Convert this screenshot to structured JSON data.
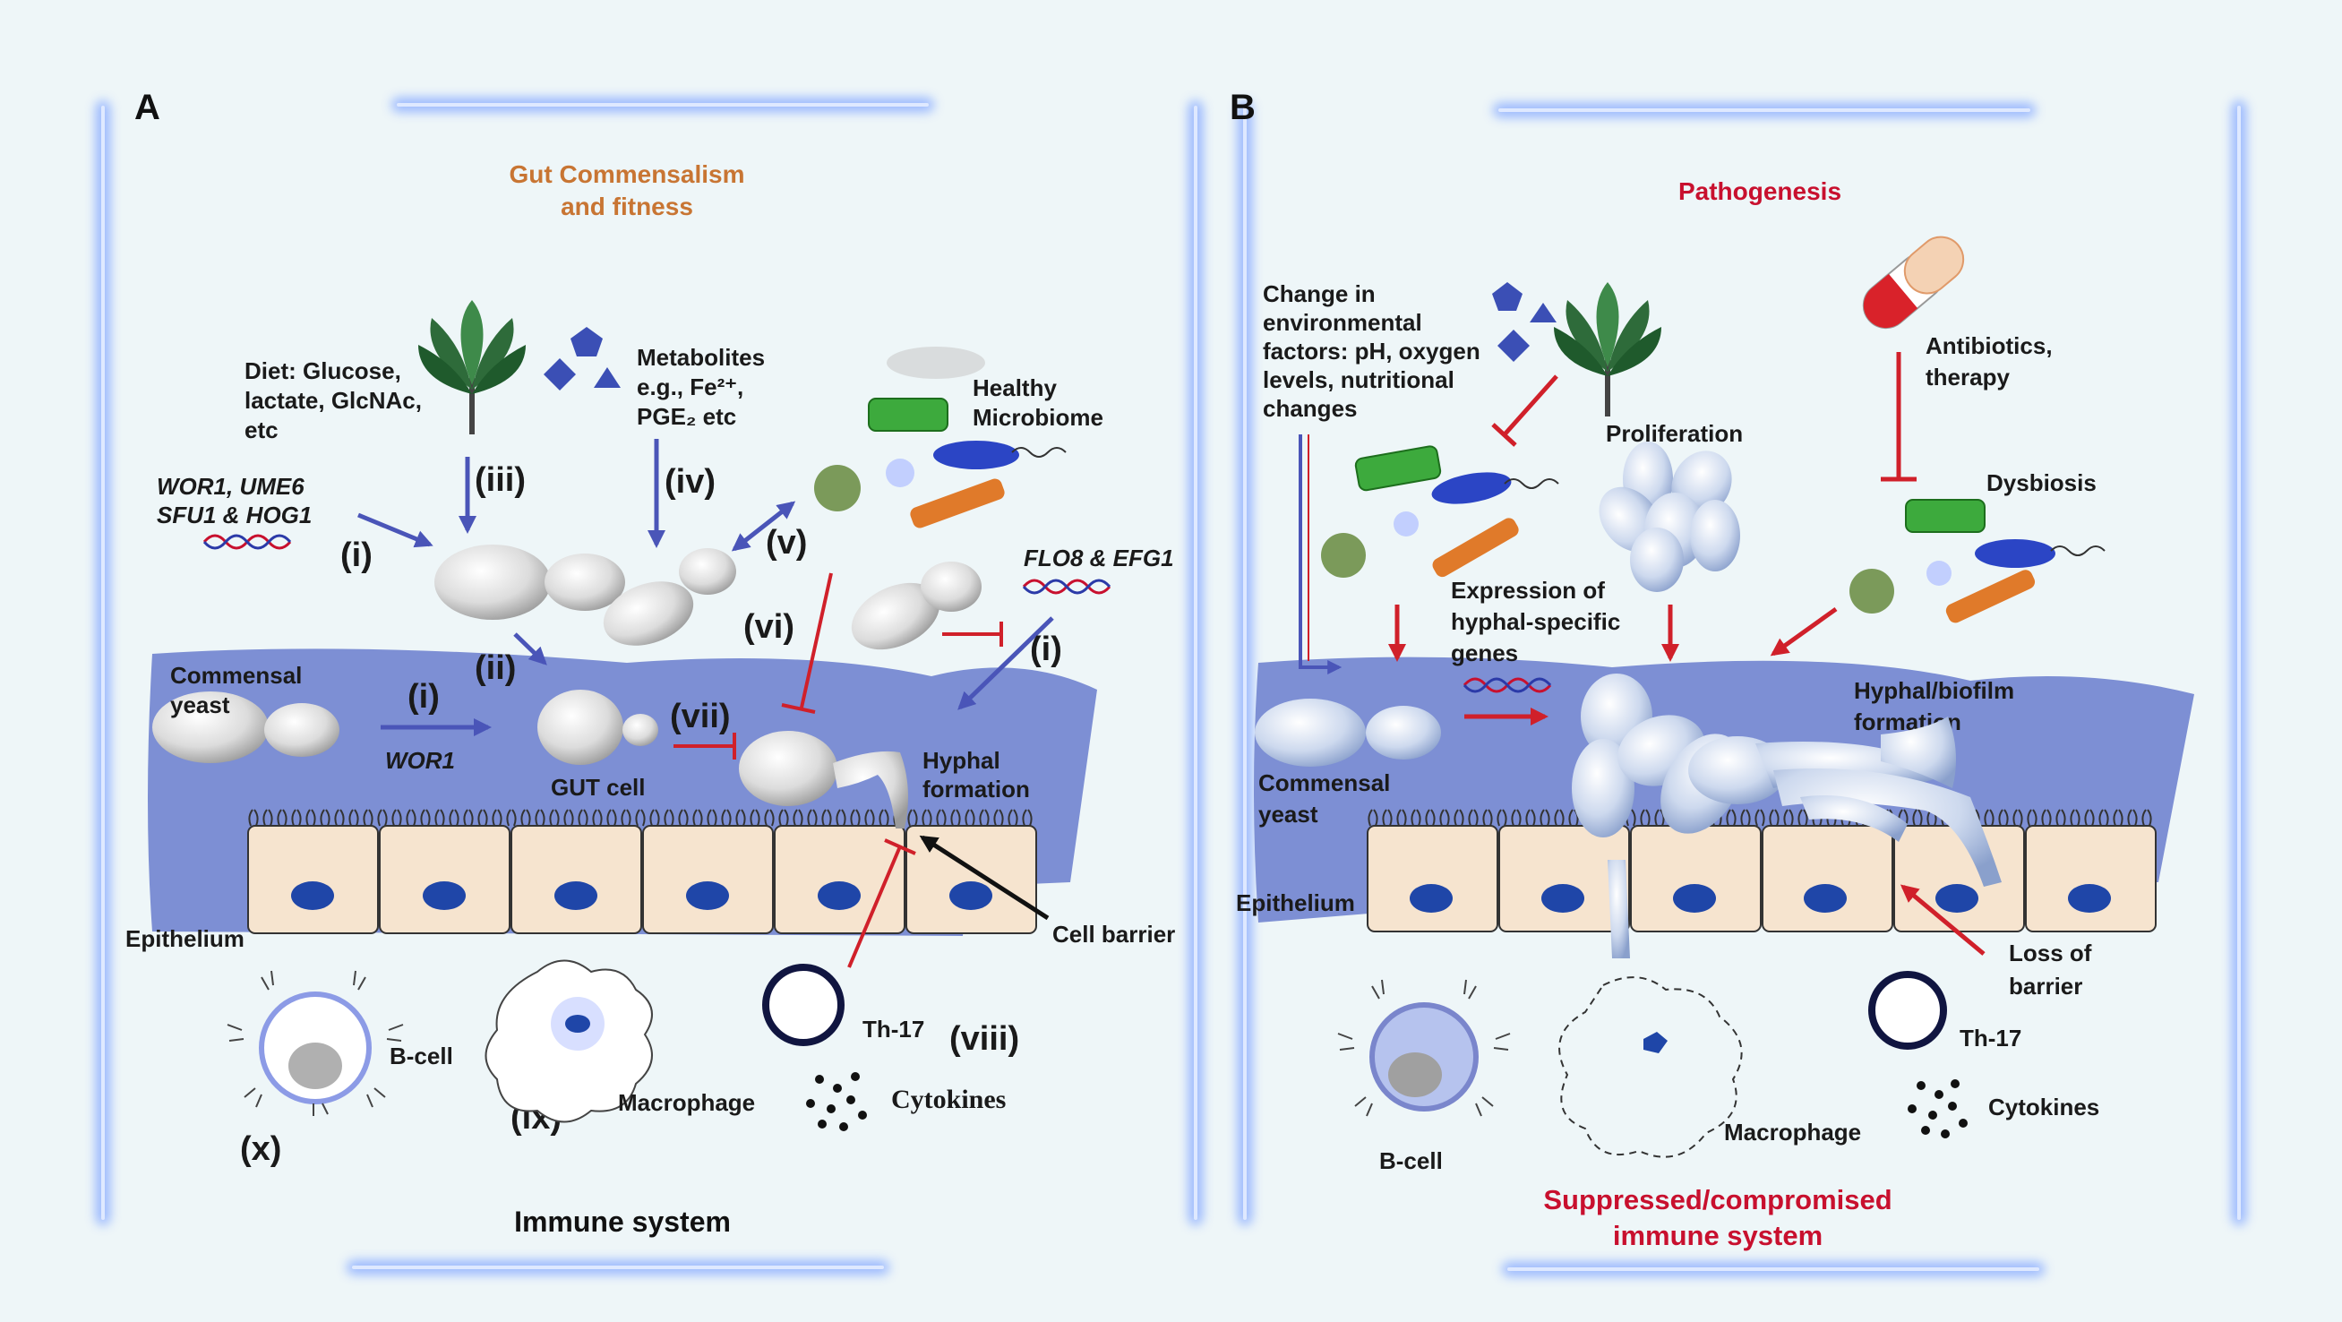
{
  "panel_a": {
    "letter": "A",
    "title_line1": "Gut Commensalism",
    "title_line2": "and fitness",
    "diet_line1": "Diet: Glucose,",
    "diet_line2": "lactate, GlcNAc,",
    "diet_line3": "etc",
    "metab_line1": "Metabolites",
    "metab_line2": "e.g., Fe²⁺,",
    "metab_line3": "PGE₂ etc",
    "microbiome_line1": "Healthy",
    "microbiome_line2": "Microbiome",
    "genes_line1": "WOR1, UME6",
    "genes_line2": "SFU1 & HOG1",
    "flo8": "FLO8 & EFG1",
    "wor1": "WOR1",
    "commensal_line1": "Commensal",
    "commensal_line2": "yeast",
    "gut_cell": "GUT cell",
    "hyphal_line1": "Hyphal",
    "hyphal_line2": "formation",
    "cell_barrier": "Cell barrier",
    "epithelium": "Epithelium",
    "b_cell": "B-cell",
    "macrophage": "Macrophage",
    "th17": "Th-17",
    "cytokines": "Cytokines",
    "immune": "Immune system",
    "roman": {
      "i_left": "(i)",
      "i_mid": "(i)",
      "i_right": "(i)",
      "ii": "(ii)",
      "iii": "(iii)",
      "iv": "(iv)",
      "v": "(v)",
      "vi": "(vi)",
      "vii": "(vii)",
      "viii": "(viii)",
      "ix": "(ix)",
      "x": "(x)"
    }
  },
  "panel_b": {
    "letter": "B",
    "title": "Pathogenesis",
    "env_line1": "Change in",
    "env_line2": "environmental",
    "env_line3": "factors:  pH, oxygen",
    "env_line4": "levels, nutritional",
    "env_line5": "changes",
    "proliferation": "Proliferation",
    "antibiotics_line1": "Antibiotics,",
    "antibiotics_line2": "therapy",
    "dysbiosis": "Dysbiosis",
    "expression_line1": "Expression of",
    "expression_line2": "hyphal-specific",
    "expression_line3": "genes",
    "biofilm_line1": "Hyphal/biofilm",
    "biofilm_line2": "formation",
    "commensal_line1": "Commensal",
    "commensal_line2": "yeast",
    "epithelium": "Epithelium",
    "loss_line1": "Loss of",
    "loss_line2": "barrier",
    "th17": "Th-17",
    "cytokines": "Cytokines",
    "macrophage": "Macrophage",
    "b_cell": "B-cell",
    "immune_line1": "Suppressed/compromised",
    "immune_line2": "immune system"
  },
  "colors": {
    "title_orange": "#c87533",
    "title_red": "#c8102e",
    "blue_arrow": "#4a55b8",
    "red_arrow": "#d0202a",
    "gut_layer": "#7d8fd4",
    "epithelial_cell": "#f6e4cf",
    "nucleus": "#1f46a8"
  }
}
